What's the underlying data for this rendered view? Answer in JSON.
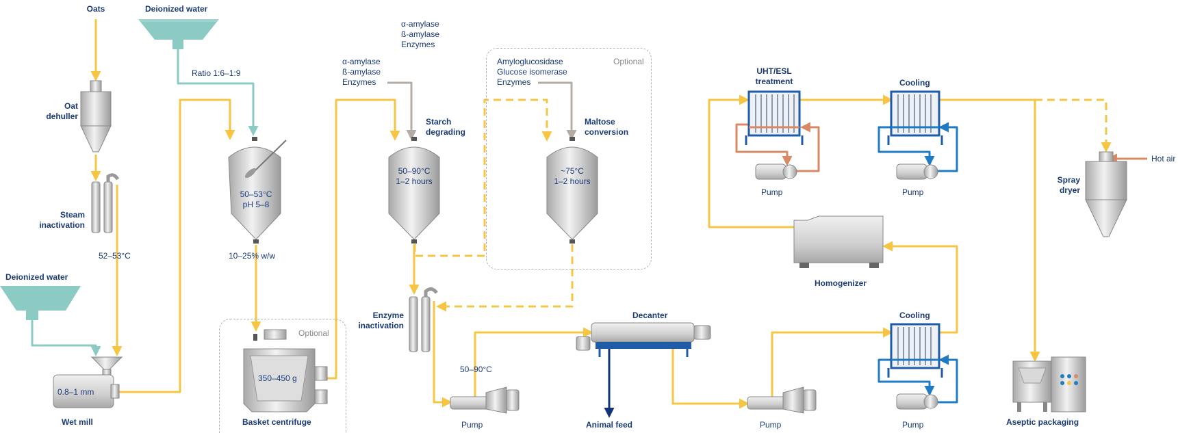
{
  "labels": {
    "oats": "Oats",
    "deionized_water_top": "Deionized water",
    "ratio": "Ratio 1:6–1:9",
    "oat_dehuller": "Oat\ndehuller",
    "steam_inactivation": "Steam\ninactivation",
    "steam_temp": "52–53°C",
    "deionized_water_bottom": "Deionized water",
    "mill_size": "0.8–1 mm",
    "wet_mill": "Wet mill",
    "tank1_conditions": "50–53°C\npH 5–8",
    "solids": "10–25% w/w",
    "optional_centrifuge": "Optional",
    "centrifuge_g": "350–450 g",
    "basket_centrifuge": "Basket centrifuge",
    "enzymes_top": "α-amylase\nß-amylase\nEnzymes",
    "enzymes_mid": "α-amylase\nß-amylase\nEnzymes",
    "starch_degrading": "Starch\ndegrading",
    "tank2_conditions": "50–90°C\n1–2 hours",
    "optional_maltose": "Optional",
    "enzymes_maltose": "Amyloglucosidase\nGlucose isomerase\nEnzymes",
    "maltose_conversion": "Maltose\nconversion",
    "tank3_conditions": "~75°C\n1–2 hours",
    "enzyme_inactivation": "Enzyme\ninactivation",
    "pump_temp": "50–90°C",
    "pump1": "Pump",
    "decanter": "Decanter",
    "animal_feed": "Animal feed",
    "pump2": "Pump",
    "cooling_bottom": "Cooling",
    "pump3": "Pump",
    "homogenizer": "Homogenizer",
    "uht": "UHT/ESL\ntreatment",
    "pump4": "Pump",
    "cooling_top": "Cooling",
    "pump5": "Pump",
    "hot_air": "Hot air",
    "spray_dryer": "Spray\ndryer",
    "aseptic_packaging": "Aseptic packaging"
  },
  "colors": {
    "product_line": "#f6c544",
    "water_line": "#8ccac4",
    "enzyme_line": "#b4aca6",
    "heating_line": "#d88a66",
    "cooling_line": "#1f7cc4",
    "feed_line": "#12357a",
    "label_text": "#1a3a78",
    "optional_text": "#8a8a8a"
  }
}
